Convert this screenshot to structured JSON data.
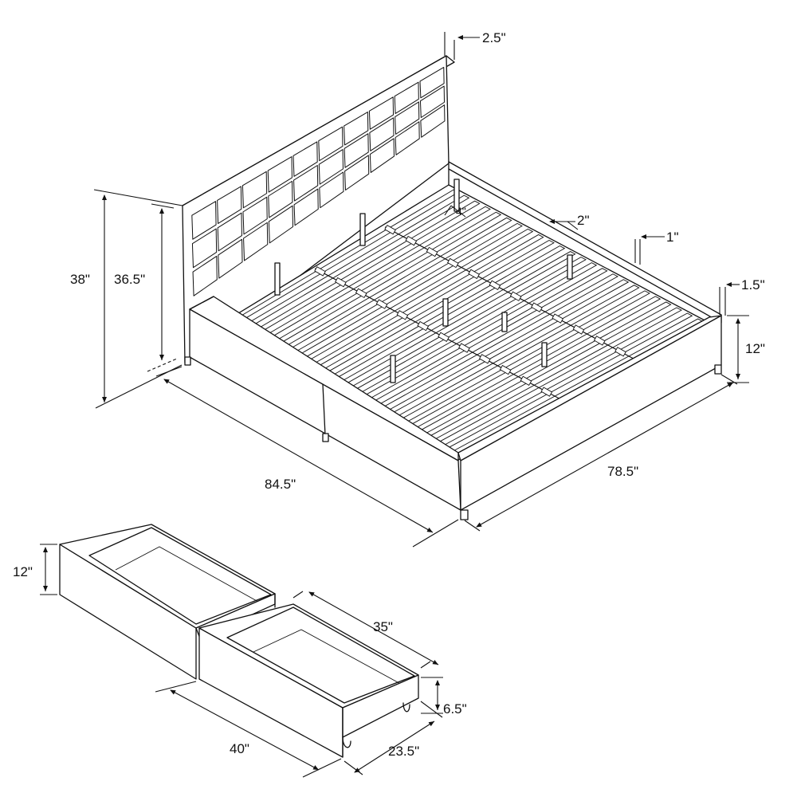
{
  "dimensions": {
    "headboard_thickness": "2.5\"",
    "total_height": "38\"",
    "headboard_height": "36.5\"",
    "slat_gap": "4\"",
    "slat_width": "2\"",
    "side_rail_thickness": "1\"",
    "frame_thickness": "1.5\"",
    "frame_height": "12\"",
    "length": "84.5\"",
    "width": "78.5\"",
    "drawer_height": "12\"",
    "drawer_depth": "35\"",
    "drawer_inner_height": "6.5\"",
    "drawer_length": "40\"",
    "drawer_width": "23.5\""
  }
}
